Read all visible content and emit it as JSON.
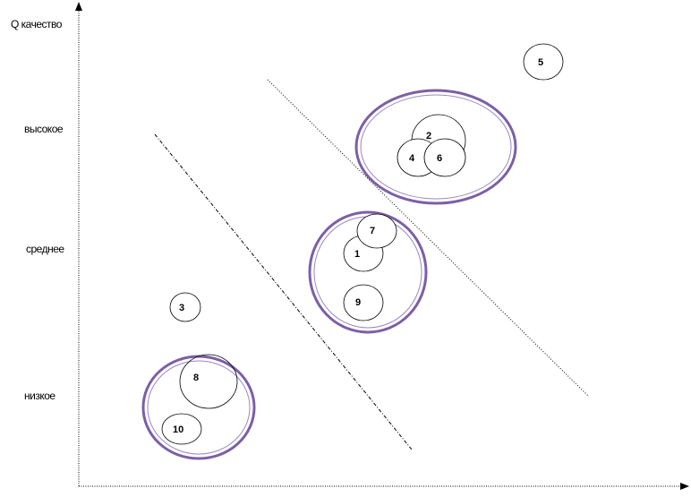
{
  "y_axis": {
    "title": "Q качество",
    "levels": [
      "высокое",
      "среднее",
      "низкое"
    ]
  },
  "items": [
    "1",
    "2",
    "3",
    "4",
    "5",
    "6",
    "7",
    "8",
    "9",
    "10"
  ],
  "colors": {
    "cluster_outline": "#7b5fa6",
    "cluster_inner": "#9a86c2",
    "ink": "#000000"
  }
}
